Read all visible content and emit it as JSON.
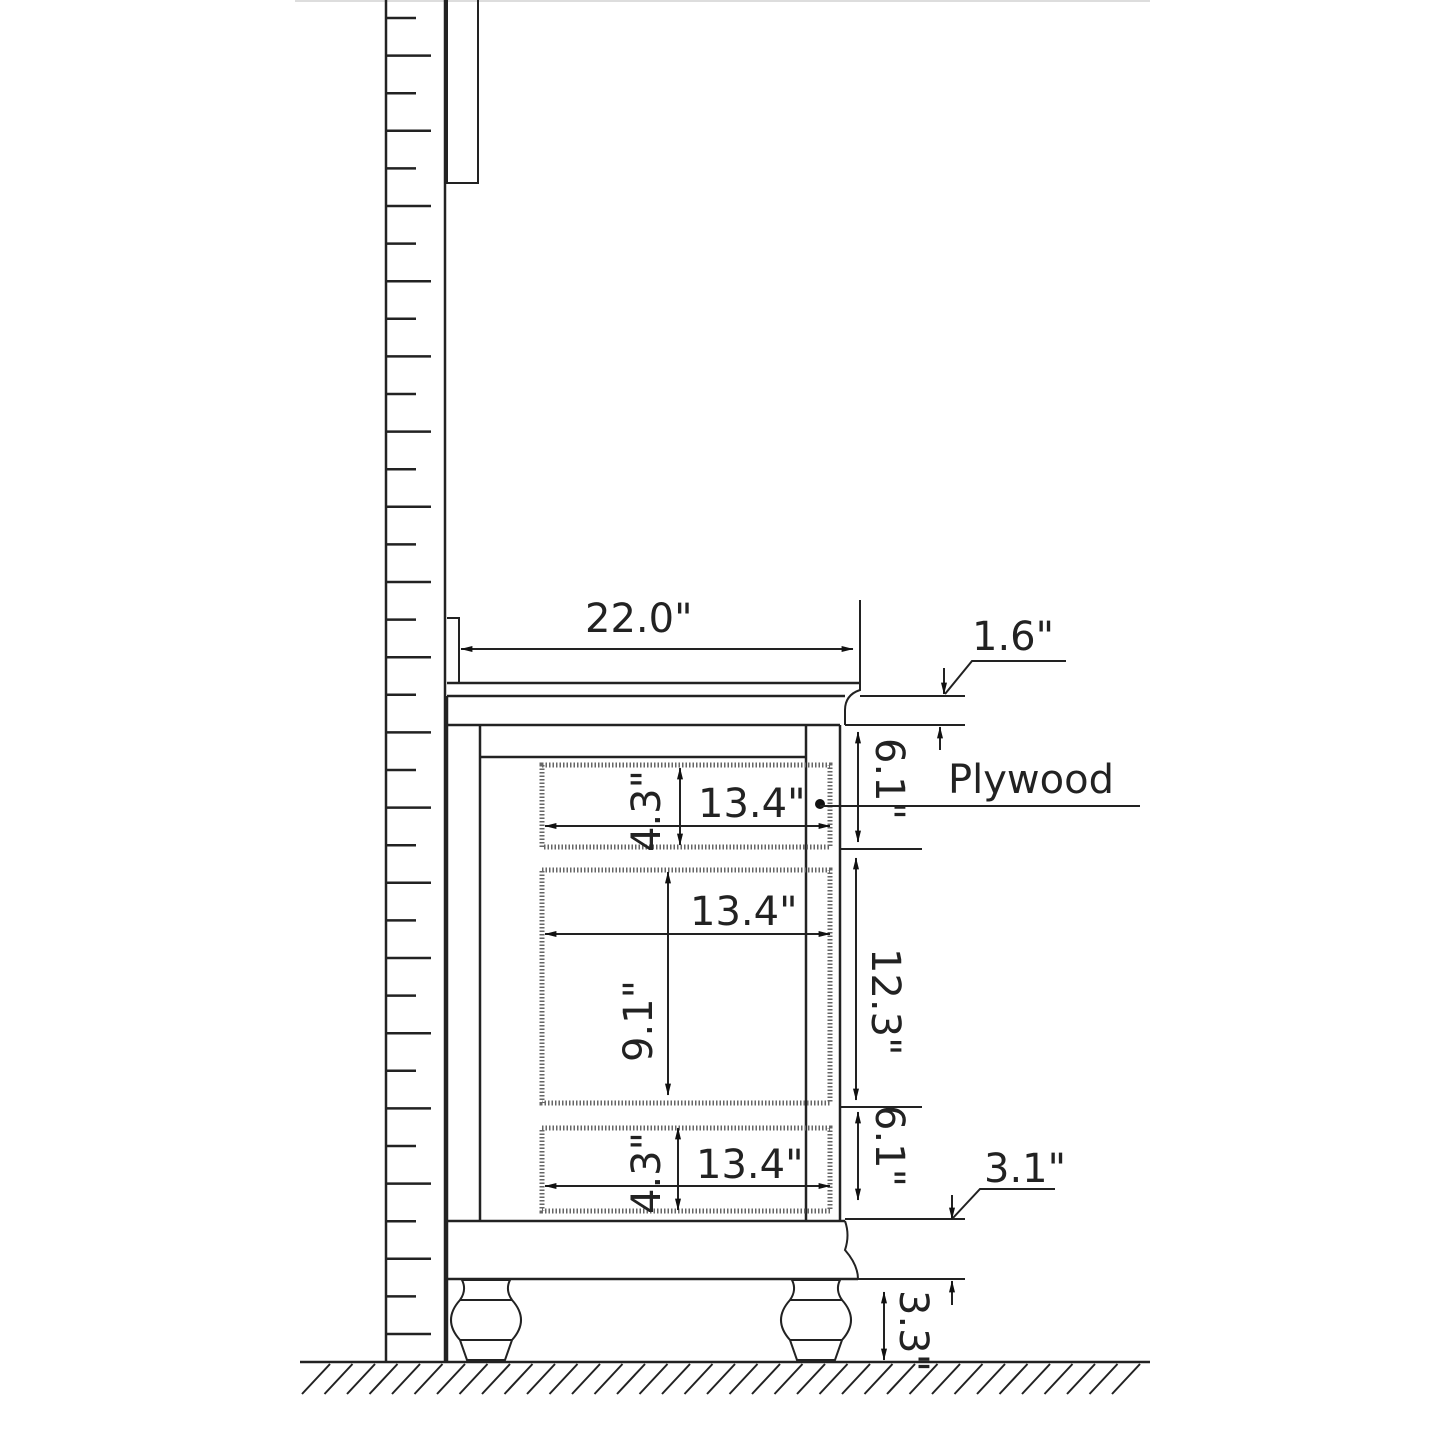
{
  "diagram": {
    "labels": {
      "width_top": "22.0\"",
      "countertop_thickness": "1.6\"",
      "material": "Plywood",
      "top_drawer_height": "4.3\"",
      "top_drawer_width": "13.4\"",
      "top_section_height": "6.1\"",
      "middle_drawer_width": "13.4\"",
      "middle_drawer_height": "9.1\"",
      "middle_section_height": "12.3\"",
      "bottom_drawer_height": "4.3\"",
      "bottom_drawer_width": "13.4\"",
      "bottom_section_height": "6.1\"",
      "base_height": "3.1\"",
      "leg_height": "3.3\""
    },
    "colors": {
      "line": "#222222",
      "background": "#ffffff"
    }
  }
}
